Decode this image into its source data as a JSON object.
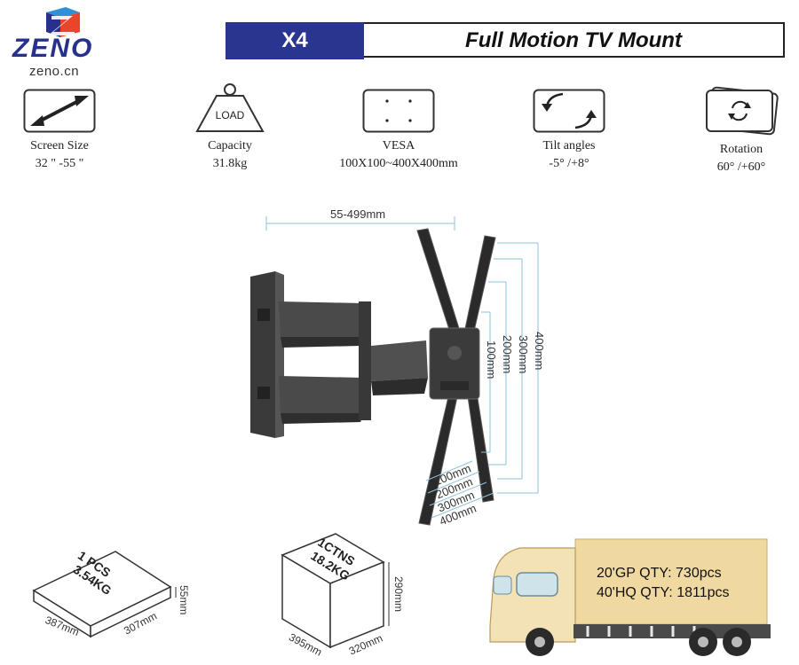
{
  "brand": {
    "name": "ZENO",
    "url": "zeno.cn"
  },
  "header": {
    "model": "X4",
    "title": "Full Motion TV Mount"
  },
  "specs": [
    {
      "icon": "diagonal-arrow-icon",
      "label": "Screen Size",
      "value": "32 \" -55 \""
    },
    {
      "icon": "weight-icon",
      "icon_text": "LOAD",
      "label": "Capacity",
      "value": "31.8kg"
    },
    {
      "icon": "vesa-icon",
      "label": "VESA",
      "value": "100X100~400X400mm"
    },
    {
      "icon": "tilt-icon",
      "label": "Tilt angles",
      "value": "-5° /+8°"
    },
    {
      "icon": "rotation-icon",
      "label": "Rotation",
      "value": "60° /+60°"
    }
  ],
  "diagram": {
    "extension": "55-499mm",
    "vertical": [
      "100mm",
      "200mm",
      "300mm",
      "400mm"
    ],
    "horizontal": [
      "100mm",
      "200mm",
      "300mm",
      "400mm"
    ]
  },
  "packing": {
    "single": {
      "line1": "1 PCS",
      "line2": "3.54KG",
      "length": "387mm",
      "width": "307mm",
      "height": "55mm"
    },
    "carton": {
      "line1": "1CTNS",
      "line2": "18.2KG",
      "length": "395mm",
      "width": "320mm",
      "height": "290mm"
    }
  },
  "shipping": {
    "gp20": "20'GP QTY: 730pcs",
    "hq40": "40'HQ QTY: 1811pcs"
  },
  "colors": {
    "brand_blue": "#2a3590",
    "accent_blue": "#2f8fd8",
    "box_tan": "#f0d9a0",
    "dim_line": "#8ec3dc"
  }
}
